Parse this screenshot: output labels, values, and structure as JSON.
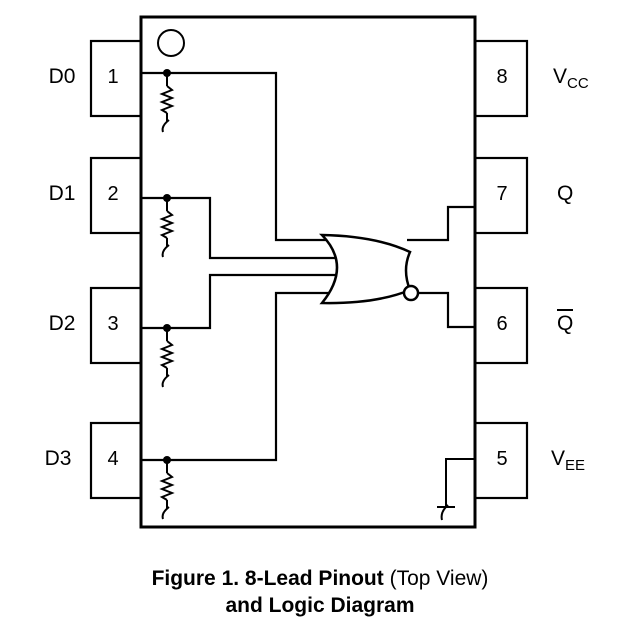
{
  "pins": [
    {
      "number": "1",
      "label": "D0"
    },
    {
      "number": "2",
      "label": "D1"
    },
    {
      "number": "3",
      "label": "D2"
    },
    {
      "number": "4",
      "label": "D3"
    },
    {
      "number": "8",
      "label": "V",
      "label_sub": "CC"
    },
    {
      "number": "7",
      "label": "Q"
    },
    {
      "number": "6",
      "label": "Q",
      "overbar": true
    },
    {
      "number": "5",
      "label": "V",
      "label_sub": "EE"
    }
  ],
  "gate": {
    "type": "OR/NOR",
    "inputs": 4,
    "outputs": [
      "Q",
      "Q-bar"
    ]
  },
  "caption": {
    "line1_bold": "Figure 1. 8-Lead Pinout",
    "line1_normal": "(Top View)",
    "line2_bold": "and Logic Diagram"
  }
}
